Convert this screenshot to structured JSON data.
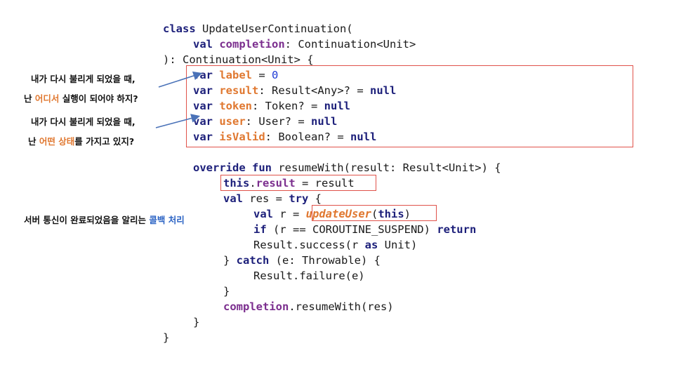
{
  "code": {
    "line1_kw": "class",
    "line1_rest": " UpdateUserContinuation(",
    "line2_kw": "val",
    "line2_prop": "completion",
    "line2_rest": ": Continuation<Unit>",
    "line3": "): Continuation<Unit> {",
    "fields": [
      {
        "kw": "var",
        "name": "label",
        "type": " = ",
        "value": "0"
      },
      {
        "kw": "var",
        "name": "result",
        "type": ": Result<Any>? = ",
        "value": "null"
      },
      {
        "kw": "var",
        "name": "token",
        "type": ": Token? = ",
        "value": "null"
      },
      {
        "kw": "var",
        "name": "user",
        "type": ": User? = ",
        "value": "null"
      },
      {
        "kw": "var",
        "name": "isValid",
        "type": ": Boolean? = ",
        "value": "null"
      }
    ],
    "override_kw": "override fun",
    "override_rest": " resumeWith(result: Result<Unit>) {",
    "this_kw": "this",
    "this_dot": ".",
    "this_prop": "result",
    "this_rest": " = result",
    "val_kw": "val",
    "val_rest": " res = ",
    "try_kw": "try",
    "try_rest": " {",
    "valr_kw": "val",
    "valr_rest": " r = ",
    "update_fn": "updateUser",
    "update_open": "(",
    "update_this": "this",
    "update_close": ")",
    "if_kw": "if",
    "if_rest": " (r == COROUTINE_SUSPEND) ",
    "return_kw": "return",
    "success_a": "Result.success(r ",
    "as_kw": "as",
    "success_b": " Unit)",
    "catch_a": "} ",
    "catch_kw": "catch",
    "catch_rest": " (e: Throwable) {",
    "failure": "Result.failure(e)",
    "close1": "}",
    "completion_prop": "completion",
    "completion_rest": ".resumeWith(res)",
    "close2": "}",
    "close3": "}"
  },
  "annotations": {
    "a1_line1": "내가 다시 불리게 되었을 때,",
    "a1_line2_pre": "난 ",
    "a1_line2_hl": "어디서",
    "a1_line2_post": " 실행이 되어야 하지?",
    "a2_line1": "내가 다시 불리게 되었을 때,",
    "a2_line2_pre": "난 ",
    "a2_line2_hl": "어떤 상태",
    "a2_line2_post": "를 가지고 있지?",
    "a3_pre": "서버 통신이 완료되었음을 알리는 ",
    "a3_hl": "콜백 처리"
  },
  "colors": {
    "keyword": "#1c1f7a",
    "property": "#7b2e8e",
    "highlight_orange": "#e07830",
    "highlight_blue": "#2b63c4",
    "box_red": "#e0524a",
    "arrow_blue": "#4a72b8"
  }
}
